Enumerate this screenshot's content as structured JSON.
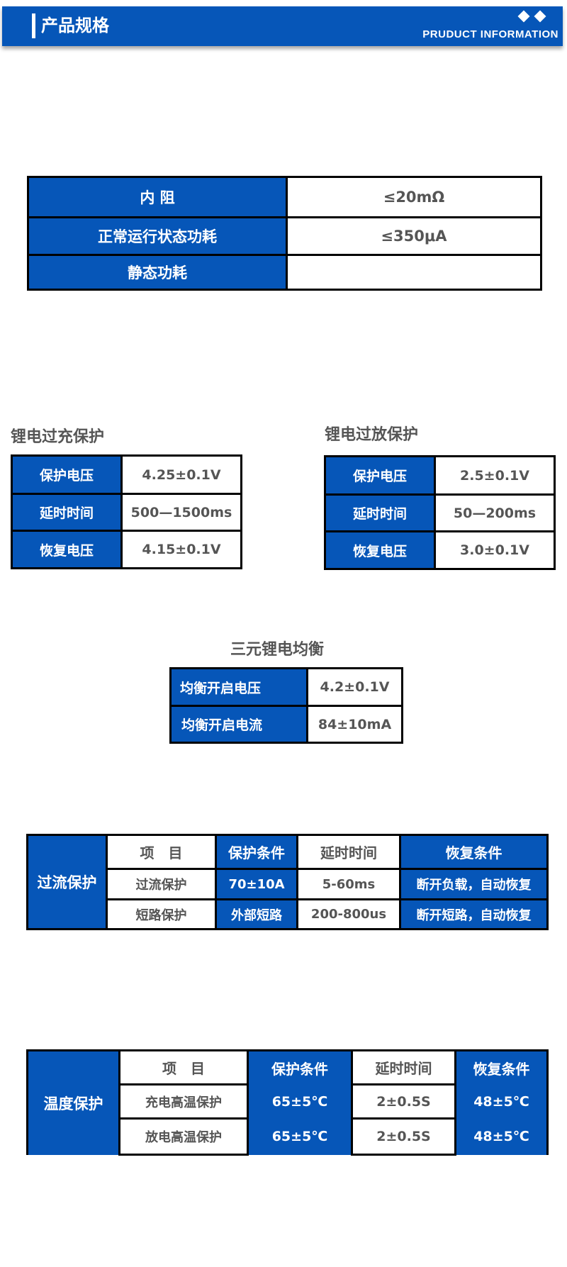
{
  "header": {
    "title": "产品规格",
    "subtitle": "PRUDUCT INFORMATION",
    "accent_color": "#0656b8"
  },
  "basic_specs": {
    "rows": [
      {
        "label": "内 阻",
        "value": "≤20mΩ"
      },
      {
        "label": "正常运行状态功耗",
        "value": "≤350μA"
      },
      {
        "label": "静态功耗",
        "value": ""
      }
    ]
  },
  "overcharge": {
    "title": "锂电过充保护",
    "rows": [
      {
        "label": "保护电压",
        "value": "4.25±0.1V"
      },
      {
        "label": "延时时间",
        "value": "500—1500ms"
      },
      {
        "label": "恢复电压",
        "value": "4.15±0.1V"
      }
    ]
  },
  "overdischarge": {
    "title": "锂电过放保护",
    "rows": [
      {
        "label": "保护电压",
        "value": "2.5±0.1V"
      },
      {
        "label": "延时时间",
        "value": "50—200ms"
      },
      {
        "label": "恢复电压",
        "value": "3.0±0.1V"
      }
    ]
  },
  "balance": {
    "title": "三元锂电均衡",
    "rows": [
      {
        "label": "均衡开启电压",
        "value": "4.2±0.1V"
      },
      {
        "label": "均衡开启电流",
        "value": "84±10mA"
      }
    ]
  },
  "overcurrent": {
    "group_label": "过流保护",
    "headers": [
      "项　目",
      "保护条件",
      "延时时间",
      "恢复条件"
    ],
    "rows": [
      [
        "过流保护",
        "70±10A",
        "5-60ms",
        "断开负载，自动恢复"
      ],
      [
        "短路保护",
        "外部短路",
        "200-800us",
        "断开短路，自动恢复"
      ]
    ]
  },
  "temperature": {
    "group_label": "温度保护",
    "headers": [
      "项　目",
      "保护条件",
      "延时时间",
      "恢复条件"
    ],
    "rows": [
      [
        "充电高温保护",
        "65±5℃",
        "2±0.5S",
        "48±5℃"
      ],
      [
        "放电高温保护",
        "65±5℃",
        "2±0.5S",
        "48±5℃"
      ]
    ]
  }
}
